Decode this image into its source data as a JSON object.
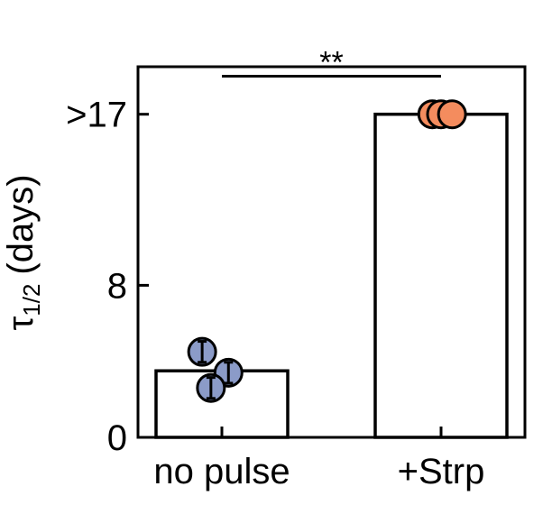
{
  "chart_data": {
    "type": "bar",
    "ylabel_main": "τ",
    "ylabel_sub": "1/2",
    "ylabel_unit": "(days)",
    "ylim": [
      0,
      19.5
    ],
    "yticks": [
      {
        "value": 0,
        "label": "0"
      },
      {
        "value": 8,
        "label": "8"
      },
      {
        "value": 17,
        "label": ">17"
      }
    ],
    "categories": [
      "no pulse",
      "+Strp"
    ],
    "values": [
      3.5,
      17
    ],
    "points": [
      [
        {
          "y": 4.5,
          "err": 0.55,
          "dx": -0.09
        },
        {
          "y": 3.4,
          "err": 0.55,
          "dx": 0.03
        },
        {
          "y": 2.6,
          "err": 0.55,
          "dx": -0.05
        }
      ],
      [
        {
          "y": 17,
          "err": 0,
          "dx": -0.04
        },
        {
          "y": 17,
          "err": 0,
          "dx": 0.0
        },
        {
          "y": 17,
          "err": 0,
          "dx": 0.05
        }
      ]
    ],
    "point_colors": [
      "#8b9bc8",
      "#f48c5e"
    ],
    "significance": {
      "from": 0,
      "to": 1,
      "y": 19,
      "label": "**"
    },
    "grid": false
  }
}
